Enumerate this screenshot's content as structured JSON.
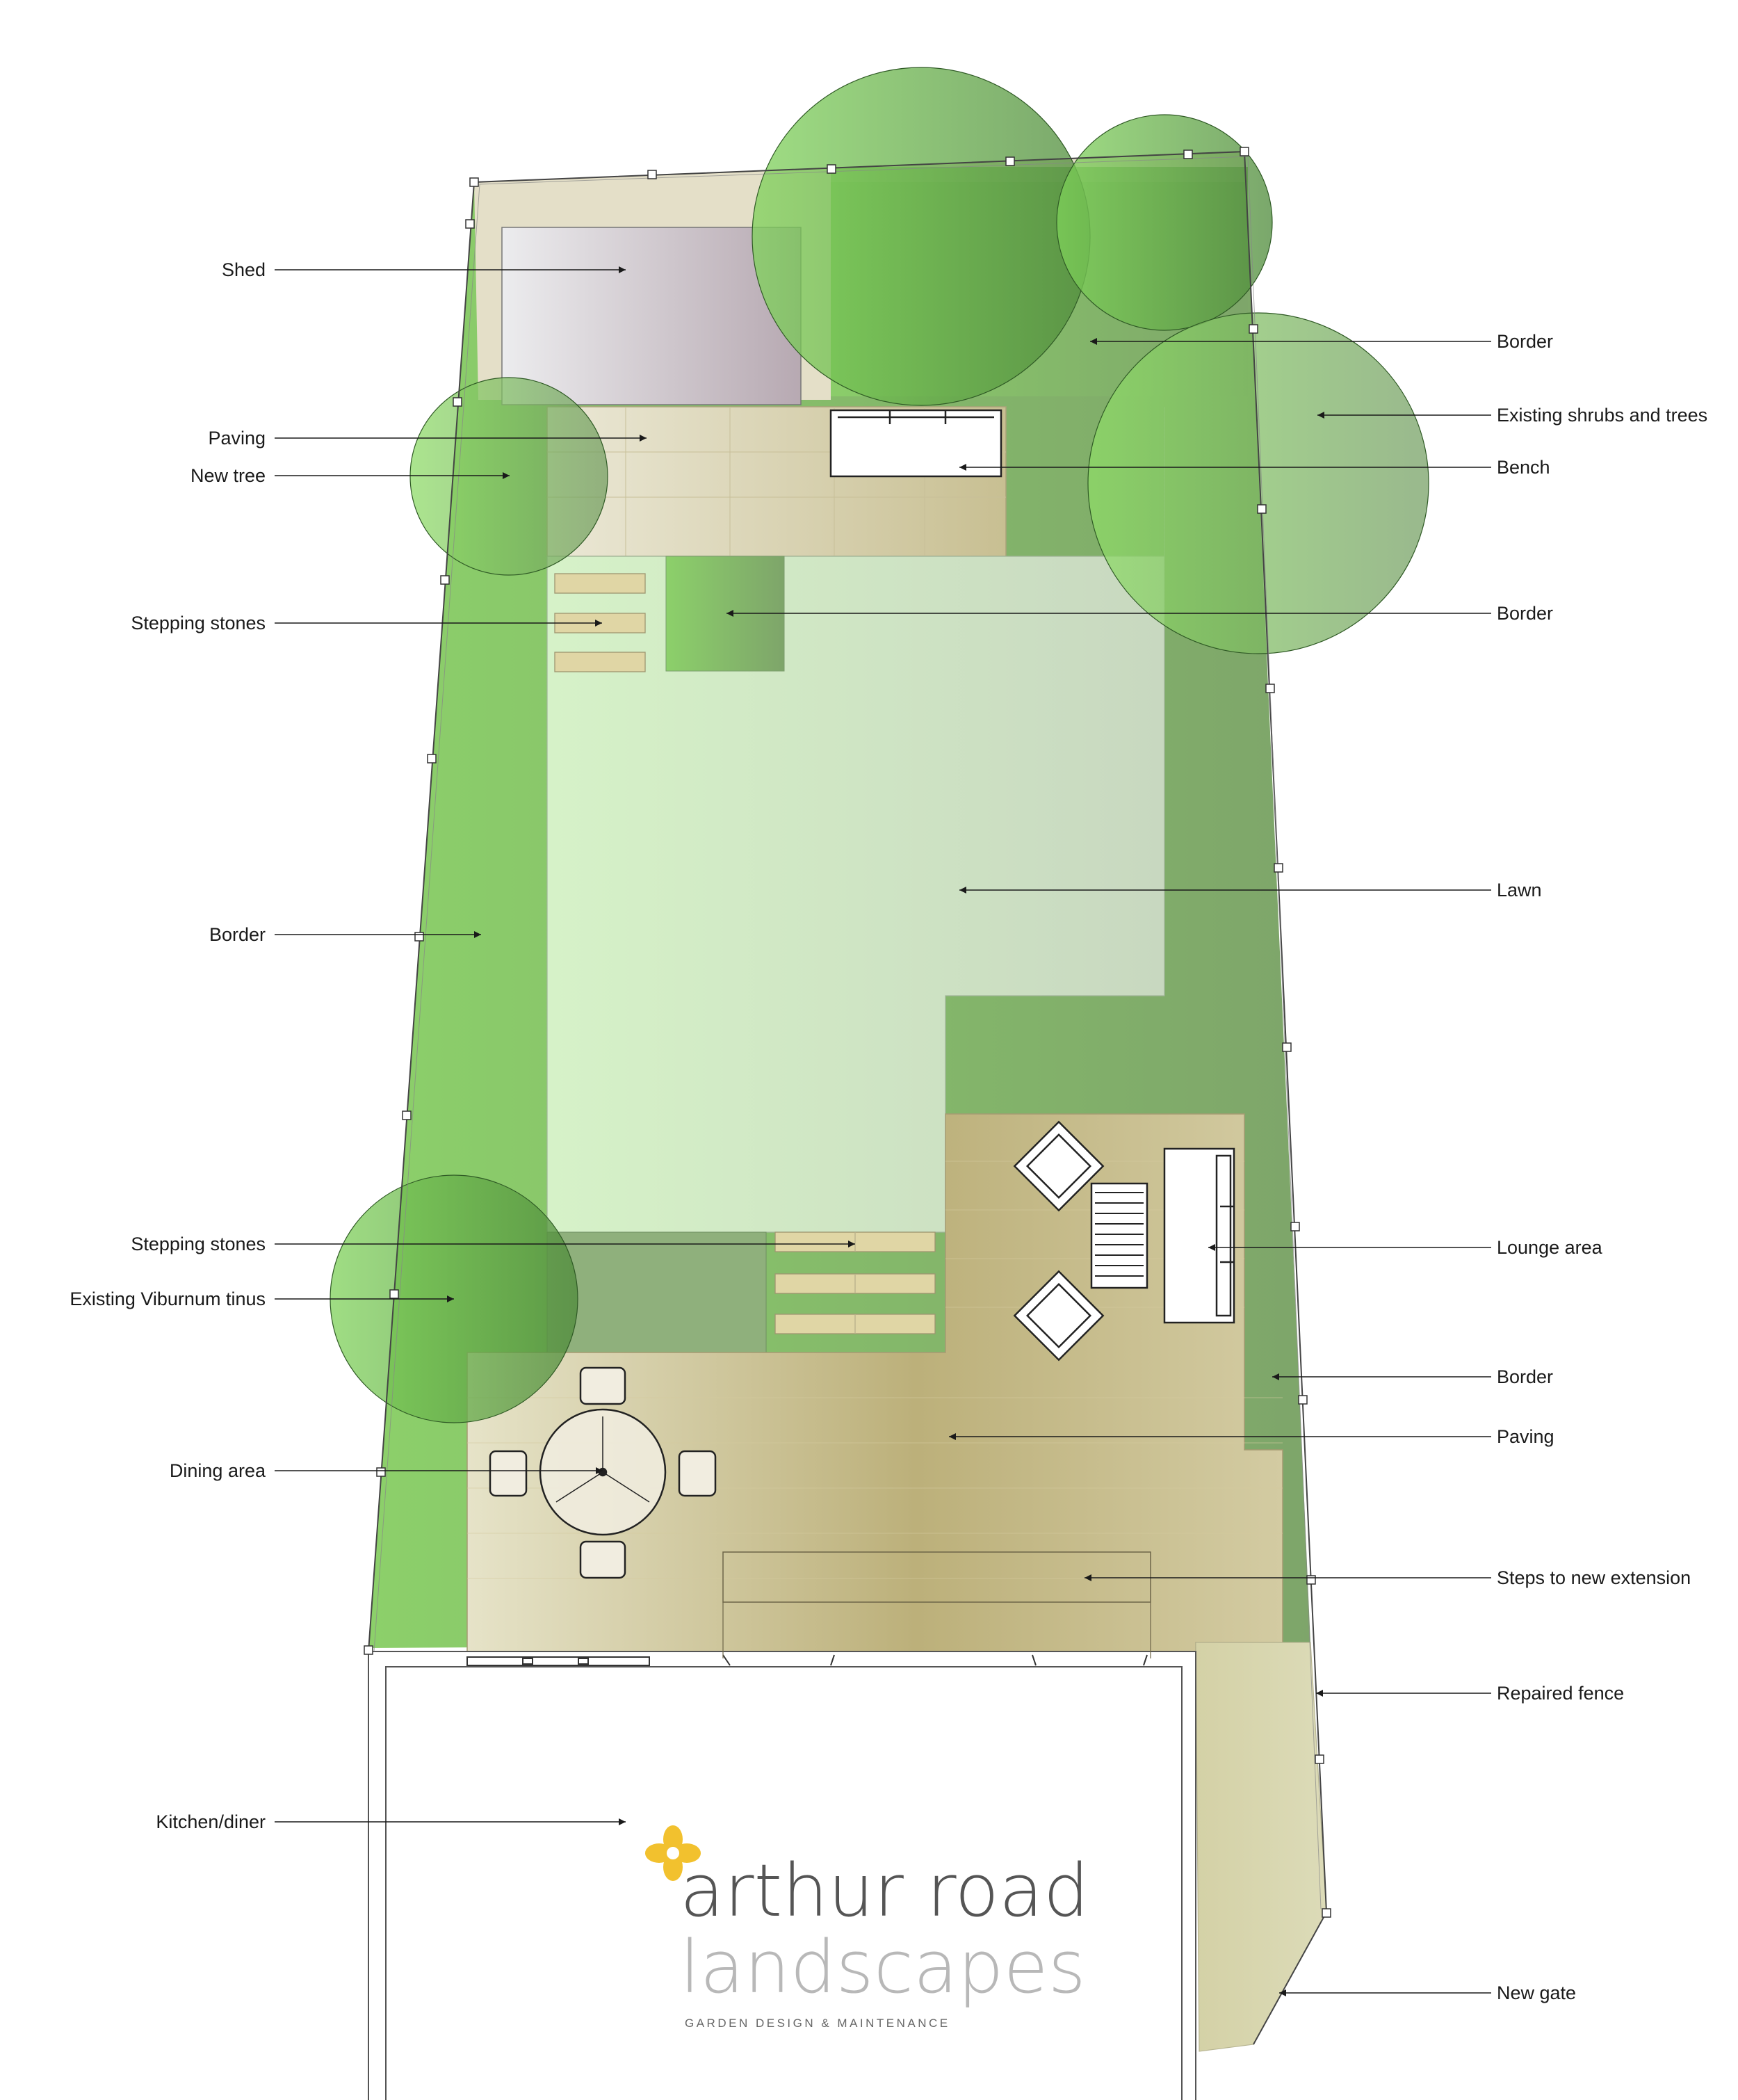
{
  "labels": {
    "shed": "Shed",
    "paving_top": "Paving",
    "new_tree": "New tree",
    "stepping_stones_top": "Stepping stones",
    "border_left": "Border",
    "stepping_stones_bottom": "Stepping stones",
    "existing_viburnum": "Existing Viburnum tinus",
    "dining_area": "Dining area",
    "kitchen_diner": "Kitchen/diner",
    "border_top_right": "Border",
    "existing_shrubs_trees": "Existing shrubs and trees",
    "bench": "Bench",
    "border_mid_right": "Border",
    "lawn": "Lawn",
    "lounge_area": "Lounge area",
    "border_lower_right": "Border",
    "paving_lower": "Paving",
    "steps_extension": "Steps to new extension",
    "repaired_fence": "Repaired fence",
    "new_gate": "New gate"
  },
  "logo": {
    "line1": "arthur road",
    "line2": "landscapes",
    "tagline": "GARDEN DESIGN & MAINTENANCE",
    "icon": "flower-icon",
    "accent_color": "#f2c12e",
    "text_color": "#555555",
    "light_text_color": "#b8b8b8"
  },
  "colors": {
    "border_planting": "#8fbf6e",
    "lawn": "#d3e8c6",
    "paving": "#cfc79a",
    "tree_canopy": "#5ea43e",
    "shed": "#c9c4c8"
  }
}
